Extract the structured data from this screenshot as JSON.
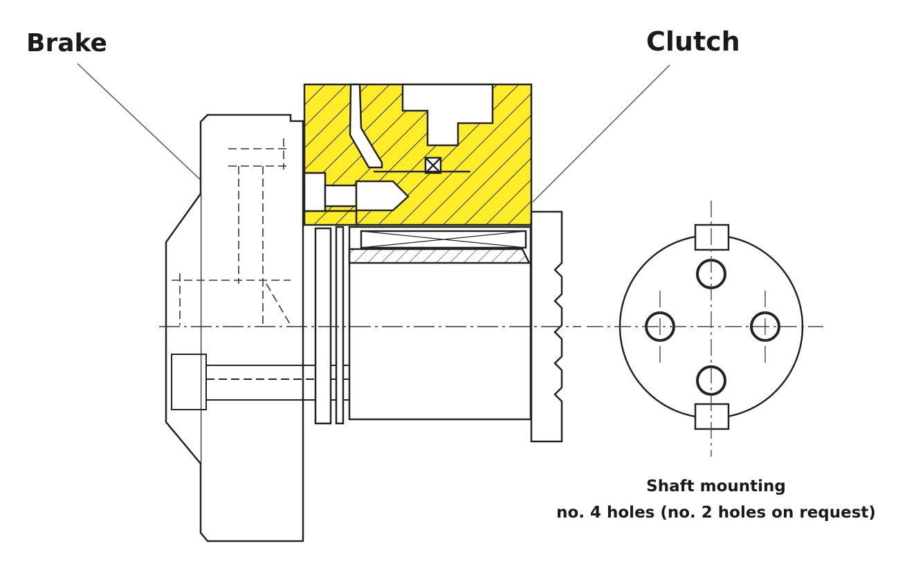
{
  "labels": {
    "brake": "Brake",
    "clutch": "Clutch"
  },
  "caption": {
    "line1": "Shaft mounting",
    "line2": "no. 4 holes (no. 2 holes on request)"
  },
  "colors": {
    "highlight": "#ffed29",
    "line": "#222222",
    "text": "#1a1a1a"
  }
}
